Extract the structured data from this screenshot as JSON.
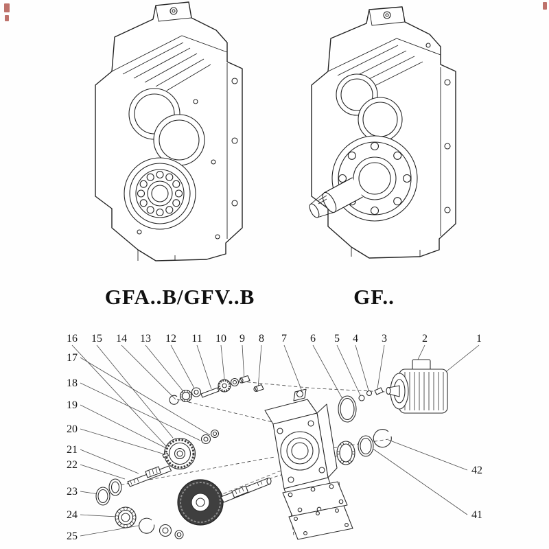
{
  "page": {
    "background": "#ffffff",
    "artifact_color": "#a8433a"
  },
  "models": {
    "left": {
      "label": "GFA..B/GFV..B"
    },
    "right": {
      "label": "GF.."
    }
  },
  "exploded": {
    "callouts_top": [
      "16",
      "15",
      "14",
      "13",
      "12",
      "11",
      "10",
      "9",
      "8",
      "7",
      "6",
      "5",
      "4",
      "3",
      "2",
      "1"
    ],
    "callouts_left": [
      "17",
      "18",
      "19",
      "20",
      "21",
      "22",
      "23",
      "24",
      "25"
    ],
    "callouts_right": [
      "42",
      "41"
    ]
  }
}
